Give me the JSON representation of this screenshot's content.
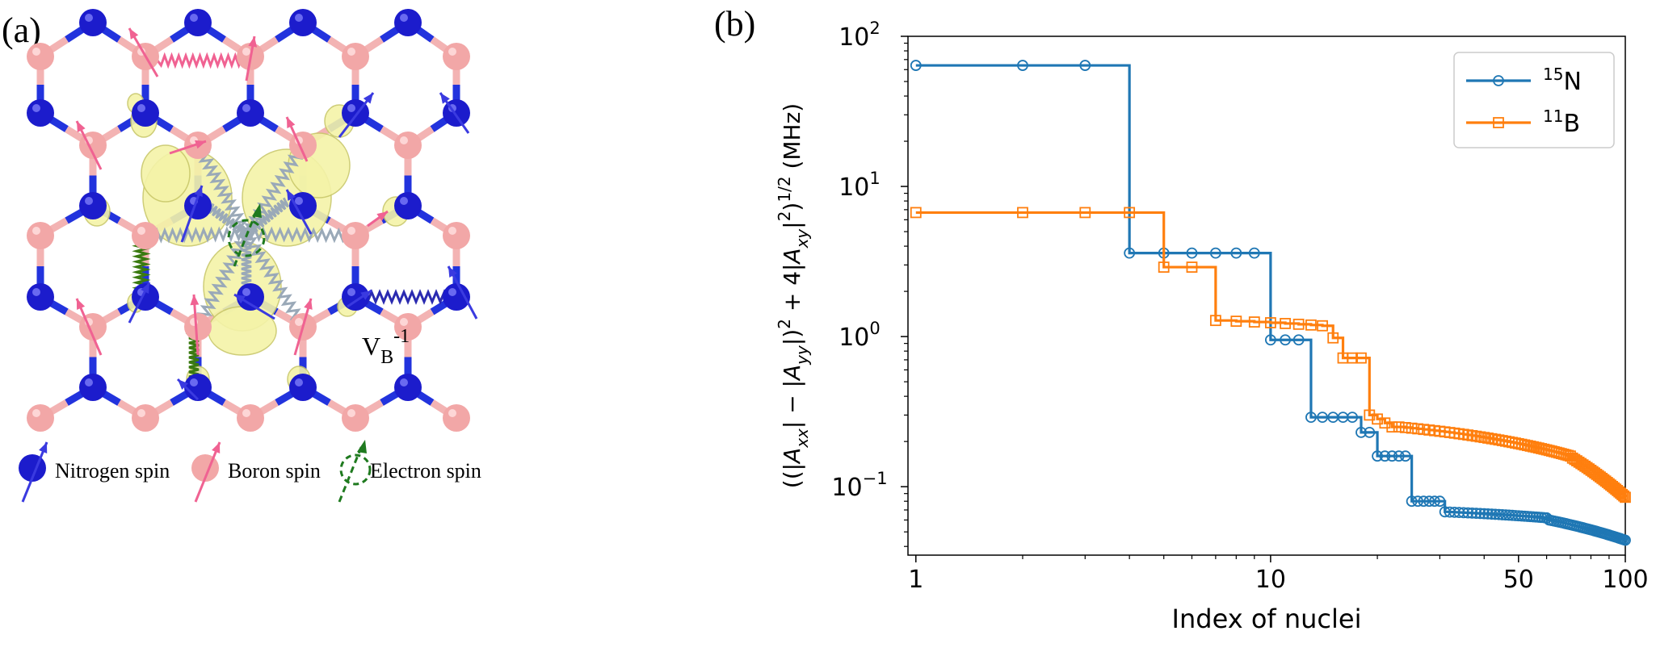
{
  "panel_a": {
    "label": "(a)",
    "vacancy_label": "V",
    "vacancy_sub": "B",
    "vacancy_sup": "-1",
    "legend": [
      {
        "label": "Nitrogen spin",
        "color": "#2828d0"
      },
      {
        "label": "Boron spin",
        "color": "#f0a0a0"
      },
      {
        "label": "Electron spin",
        "color": "#1f7a1f"
      }
    ],
    "colors": {
      "nitrogen": "#1c1ccc",
      "boron": "#f2a7a7",
      "bond_n": "#2233dd",
      "bond_b": "#f3b3b3",
      "spin_density": "#f4f3a8",
      "spin_density_edge": "#c9c86a",
      "hyperfine_spring": "#9aa9b8",
      "electron": "#1f7a1f",
      "boron_arrow": "#f06292",
      "nitrogen_arrow": "#3a3ae0"
    }
  },
  "panel_b": {
    "label": "(b)"
  },
  "chart_data": {
    "type": "line",
    "step": "post",
    "x_scale": "log",
    "y_scale": "log",
    "xlim": [
      0.95,
      100
    ],
    "ylim": [
      0.035,
      100
    ],
    "xlabel": "Index of nuclei",
    "ylabel": "((|A_xx| − |A_yy|)^2 + 4|A_xy|^2)^1/2 (MHz)",
    "x_ticks": [
      1,
      10,
      50,
      100
    ],
    "x_tick_labels": [
      "1",
      "10",
      "50",
      "100"
    ],
    "y_ticks": [
      0.1,
      1,
      10,
      100
    ],
    "y_tick_labels": [
      {
        "base": "10",
        "exp": "−1"
      },
      {
        "base": "10",
        "exp": "0"
      },
      {
        "base": "10",
        "exp": "1"
      },
      {
        "base": "10",
        "exp": "2"
      }
    ],
    "legend_position": "top-right",
    "series": [
      {
        "name": "15N",
        "name_sup": "15",
        "name_main": "N",
        "color": "#1f77b4",
        "marker": "circle",
        "levels": [
          {
            "from": 1,
            "to": 3,
            "value": 64
          },
          {
            "from": 4,
            "to": 9,
            "value": 3.6
          },
          {
            "from": 10,
            "to": 12,
            "value": 0.95
          },
          {
            "from": 13,
            "to": 17,
            "value": 0.29
          },
          {
            "from": 18,
            "to": 19,
            "value": 0.23
          },
          {
            "from": 20,
            "to": 24,
            "value": 0.16
          },
          {
            "from": 25,
            "to": 30,
            "value": 0.08
          },
          {
            "from": 31,
            "to": 60,
            "value": 0.068,
            "end": 0.062
          },
          {
            "from": 61,
            "to": 100,
            "value": 0.06,
            "end": 0.044
          }
        ]
      },
      {
        "name": "11B",
        "name_sup": "11",
        "name_main": "B",
        "color": "#ff7f0e",
        "marker": "square",
        "levels": [
          {
            "from": 1,
            "to": 4,
            "value": 6.7
          },
          {
            "from": 5,
            "to": 6,
            "value": 2.9
          },
          {
            "from": 7,
            "to": 14,
            "value": 1.28,
            "end": 1.18
          },
          {
            "from": 15,
            "to": 15,
            "value": 0.98
          },
          {
            "from": 16,
            "to": 18,
            "value": 0.72
          },
          {
            "from": 19,
            "to": 22,
            "value": 0.3,
            "end": 0.25
          },
          {
            "from": 23,
            "to": 70,
            "value": 0.25,
            "end": 0.16
          },
          {
            "from": 71,
            "to": 100,
            "value": 0.155,
            "end": 0.085
          }
        ]
      }
    ]
  }
}
